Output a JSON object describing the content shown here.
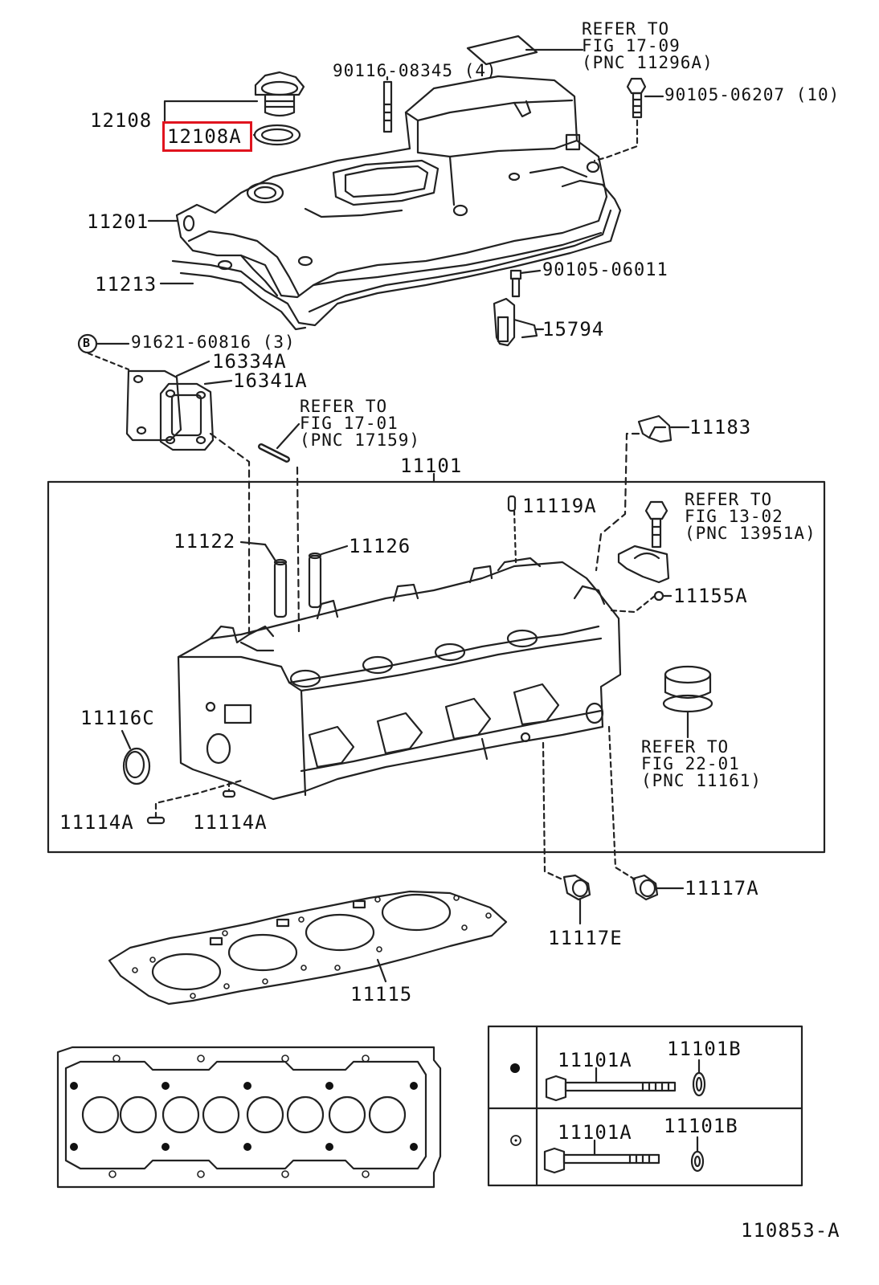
{
  "colors": {
    "line": "#222222",
    "highlight": "#e0141e",
    "background": "#ffffff"
  },
  "highlighted_part": "12108A",
  "labels": {
    "refer_17_09": "REFER TO\nFIG 17-09\n(PNC 11296A)",
    "p90116": "90116-08345 (4)",
    "p90105_06207": "90105-06207 (10)",
    "p12108": "12108",
    "p12108A": "12108A",
    "p11201": "11201",
    "p90105_06011": "90105-06011",
    "p11213": "11213",
    "p15794": "15794",
    "b_marker": "B",
    "p91621": "91621-60816 (3)",
    "p16334A": "16334A",
    "p16341A": "16341A",
    "refer_17_01": "REFER TO\nFIG 17-01\n(PNC 17159)",
    "p11183": "11183",
    "p11101": "11101",
    "p11119A": "11119A",
    "refer_13_02": "REFER TO\nFIG 13-02\n(PNC 13951A)",
    "p11122": "11122",
    "p11126": "11126",
    "p11155A": "11155A",
    "p11116C": "11116C",
    "refer_22_01": "REFER TO\nFIG 22-01\n(PNC 11161)",
    "p11114A_left": "11114A",
    "p11114A_right": "11114A",
    "p11117A": "11117A",
    "p11117E": "11117E",
    "p11115": "11115",
    "t_11101A_1": "11101A",
    "t_11101B_1": "11101B",
    "t_11101A_2": "11101A",
    "t_11101B_2": "11101B",
    "figure_id": "110853-A"
  }
}
